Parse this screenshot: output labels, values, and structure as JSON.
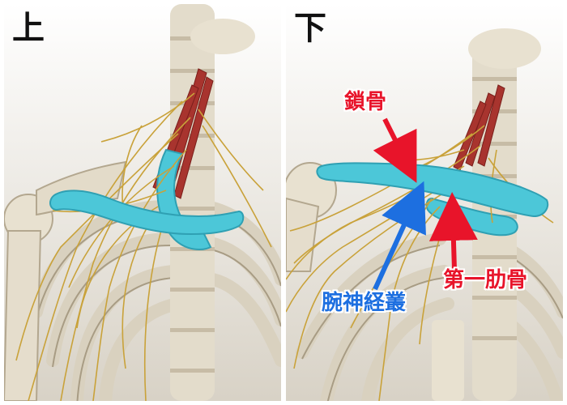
{
  "panels": {
    "top": {
      "label": "上"
    },
    "bottom": {
      "label": "下"
    }
  },
  "annotations": {
    "clavicle": {
      "text": "鎖骨",
      "color": "#e8142a"
    },
    "first_rib": {
      "text": "第一肋骨",
      "color": "#e8142a"
    },
    "brachial_plexus": {
      "text": "腕神経叢",
      "color": "#1d6fe0"
    }
  },
  "colors": {
    "bone": "#e6dfcf",
    "bone_shade": "#b9ae98",
    "nerve": "#c9a23a",
    "muscle": "#a8342e",
    "highlight": "#4cc7d8",
    "divider": "#7a7a7a"
  }
}
